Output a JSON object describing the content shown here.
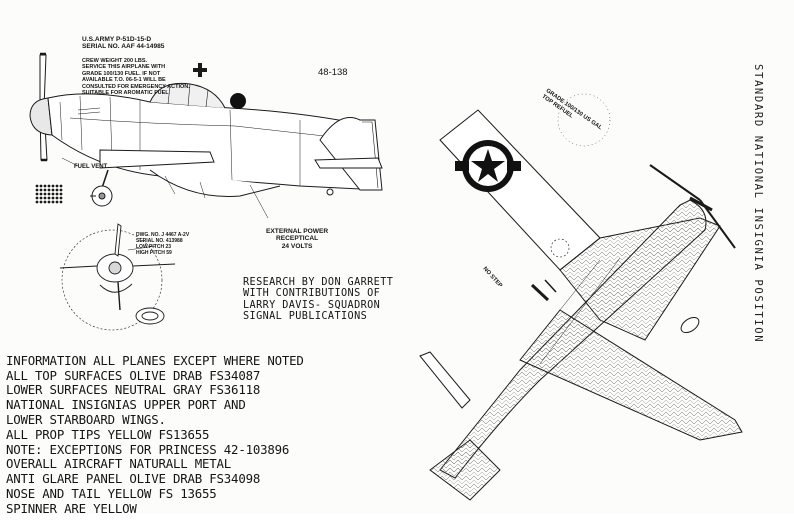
{
  "side_view": {
    "designation": "U.S.ARMY P-51D-15-D",
    "serial": "SERIAL NO. AAF 44-14985",
    "fuel_notice": [
      "CREW WEIGHT 200 LBS.",
      "SERVICE THIS AIRPLANE WITH",
      "GRADE 100/130 FUEL. IF NOT",
      "AVAILABLE T.O. 06-5-1 WILL BE",
      "CONSULTED FOR EMERGENCY ACTION.",
      "SUITABLE FOR AROMATIC FUEL"
    ],
    "fuel_vent_label": "FUEL VENT",
    "external_power_label": [
      "EXTERNAL POWER",
      "RECEPTICAL",
      "24 VOLTS"
    ]
  },
  "reference_number": "48-138",
  "prop_detail": {
    "lines": [
      "DWG. NO. J 4467 A-2V",
      "SERIAL NO. 413988",
      "LOW PITCH 23",
      "HIGH PITCH 59"
    ]
  },
  "credits": [
    "RESEARCH BY DON GARRETT",
    "WITH CONTRIBUTIONS OF",
    "LARRY DAVIS- SQUADRON",
    "SIGNAL PUBLICATIONS"
  ],
  "notes": [
    "INFORMATION ALL PLANES EXCEPT WHERE NOTED",
    "ALL TOP SURFACES OLIVE DRAB FS34087",
    "LOWER SURFACES NEUTRAL GRAY FS36118",
    "NATIONAL INSIGNIAS UPPER PORT AND",
    "LOWER STARBOARD WINGS.",
    "ALL PROP TIPS YELLOW FS13655",
    "NOTE: EXCEPTIONS FOR PRINCESS 42-103896",
    "OVERALL AIRCRAFT NATURALL METAL",
    "ANTI GLARE PANEL OLIVE DRAB FS34098",
    "NOSE AND TAIL YELLOW FS 13655",
    "SPINNER ARE YELLOW"
  ],
  "plan_view": {
    "fuel_ring_text": "GRADE 100/130 US GAL TOP REFUEL",
    "no_step_label": "NO STEP"
  },
  "vertical_caption": "STANDARD NATIONAL INSIGNIA POSITION",
  "colors": {
    "paper": "#fcfcfa",
    "ink": "#151515"
  }
}
